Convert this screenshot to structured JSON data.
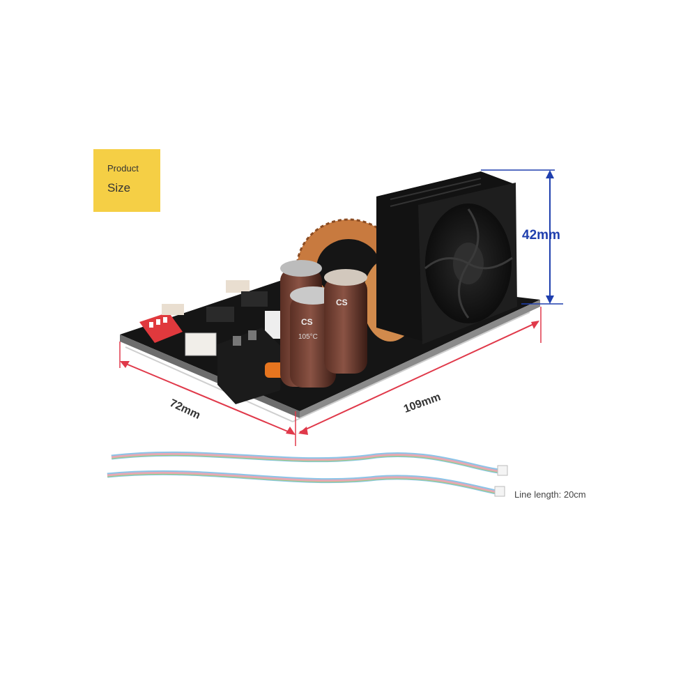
{
  "badge": {
    "line1": "Product",
    "line2": "Size"
  },
  "dimensions": {
    "height": "42mm",
    "width": "72mm",
    "length": "109mm"
  },
  "cable": {
    "label": "Line length: 20cm"
  },
  "capacitor_markings": {
    "brand": "CS",
    "rating": "105°C"
  },
  "colors": {
    "badge": "#f5cf45",
    "height_marker": "#1f3fae",
    "dimension_lines": "#e0394a"
  }
}
